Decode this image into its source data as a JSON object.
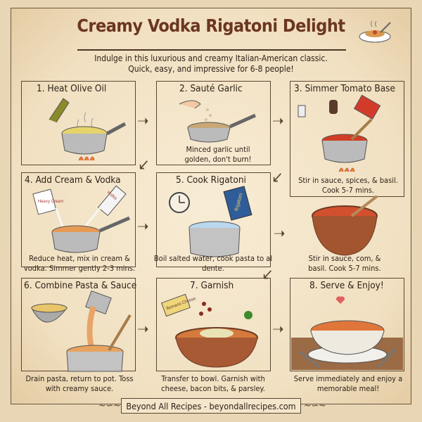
{
  "title": "Creamy Vodka Rigatoni Delight",
  "subtitle_line1": "Indulge in this luxurious and creamy Italian-American classic.",
  "subtitle_line2": "Quick, easy, and impressive for 6-8 people!",
  "steps": [
    {
      "title": "1. Heat Olive Oil",
      "caption": ""
    },
    {
      "title": "2. Sauté Garlic",
      "caption": "Minced garlic until golden, don't burn!"
    },
    {
      "title": "3. Simmer Tomato Base",
      "caption": "Stir in sauce, spices, & basil. Cook 5-7 mins."
    },
    {
      "title": "4. Add Cream & Vodka",
      "caption": "Reduce heat, mix in cream & vodka. Simmer gently 2-3 mins."
    },
    {
      "title": "5. Cook Rigatoni",
      "caption": "Boil salted water, cook pasta to al dente."
    },
    {
      "title": "",
      "caption": "Stir in sauce, com, & basil. Cook 5-7 mins."
    },
    {
      "title": "6. Combine Pasta & Sauce",
      "caption": "Drain pasta, return to pot. Toss with creamy sauce."
    },
    {
      "title": "7. Garnish",
      "caption": "Transfer to bowl. Garnish with cheese, bacon bits, & parsley."
    },
    {
      "title": "8. Serve & Enjoy!",
      "caption": "Serve immediately and enjoy a memorable meal!"
    }
  ],
  "labels": {
    "cream_carton": "Heavy Cream",
    "vodka_bottle": "Vodka",
    "pasta_box": "Rigatoni",
    "cheese_block": "Romano Cheese"
  },
  "footer": "Beyond All Recipes - beyondallrecipes.com",
  "colors": {
    "title": "#6b3621",
    "paper": "#f4e6cb",
    "sauce": "#d2502e",
    "cream_sauce": "#e79a55"
  }
}
